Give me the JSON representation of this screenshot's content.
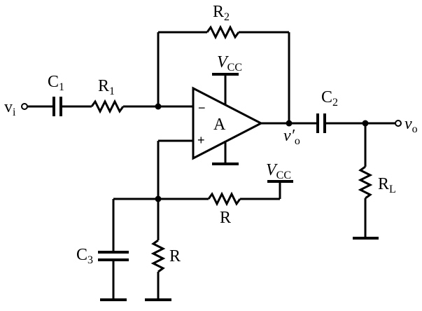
{
  "labels": {
    "vi": {
      "main": "v",
      "sub": "i"
    },
    "c1": {
      "main": "C",
      "sub": "1"
    },
    "r1": {
      "main": "R",
      "sub": "1"
    },
    "r2": {
      "main": "R",
      "sub": "2"
    },
    "vcc_top": {
      "main": "V",
      "sub": "CC"
    },
    "vcc_right": {
      "main": "V",
      "sub": "CC"
    },
    "opamp": "A",
    "minus": "−",
    "plus": "+",
    "vo_prime": {
      "main": "v′",
      "sub": "o"
    },
    "c2": {
      "main": "C",
      "sub": "2"
    },
    "vo": {
      "main": "v",
      "sub": "o"
    },
    "rl": {
      "main": "R",
      "sub": "L"
    },
    "r_mid": "R",
    "r_bottom": "R",
    "c3": {
      "main": "C",
      "sub": "3"
    }
  }
}
